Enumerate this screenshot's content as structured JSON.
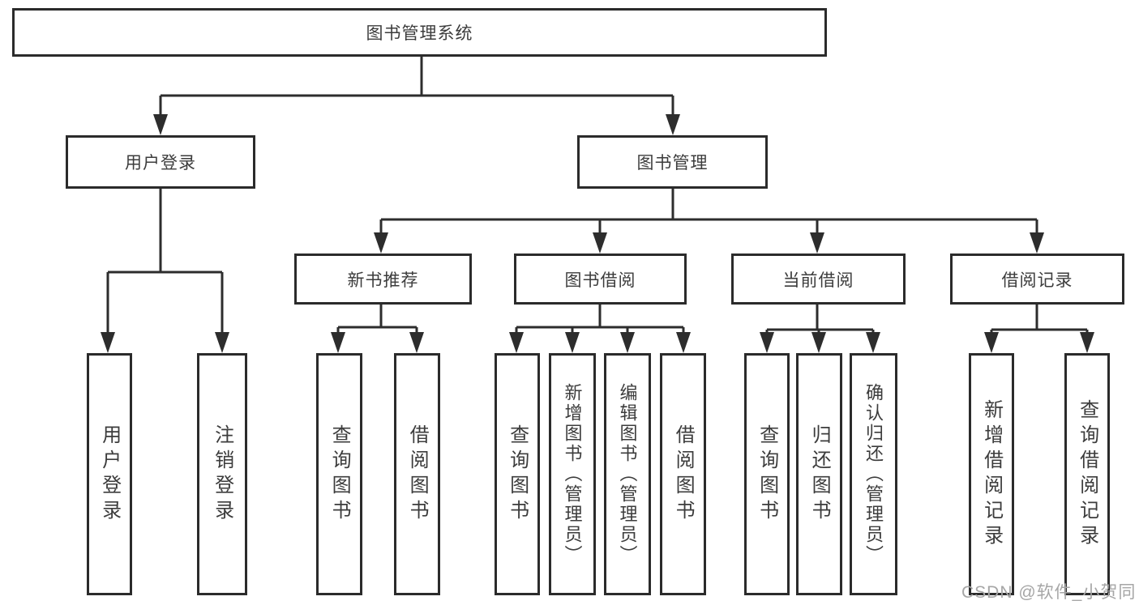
{
  "diagram": {
    "root": {
      "label": "图书管理系统"
    },
    "branches": [
      {
        "label": "用户登录",
        "children": [
          {
            "label": "用户登录"
          },
          {
            "label": "注销登录"
          }
        ]
      },
      {
        "label": "图书管理",
        "children": [
          {
            "label": "新书推荐",
            "children": [
              {
                "label": "查询图书"
              },
              {
                "label": "借阅图书"
              }
            ]
          },
          {
            "label": "图书借阅",
            "children": [
              {
                "label": "查询图书"
              },
              {
                "label": "新增图书（管理员）"
              },
              {
                "label": "编辑图书（管理员）"
              },
              {
                "label": "借阅图书"
              }
            ]
          },
          {
            "label": "当前借阅",
            "children": [
              {
                "label": "查询图书"
              },
              {
                "label": "归还图书"
              },
              {
                "label": "确认归还（管理员）"
              }
            ]
          },
          {
            "label": "借阅记录",
            "children": [
              {
                "label": "新增借阅记录"
              },
              {
                "label": "查询借阅记录"
              }
            ]
          }
        ]
      }
    ]
  },
  "watermark": {
    "text": "CSDN @软件_小贺同学"
  },
  "colors": {
    "line": "#2d2d2d",
    "box_border": "#2b2b2b",
    "text": "#3c3c3c",
    "watermark": "#a6a6a6",
    "background": "#ffffff"
  }
}
